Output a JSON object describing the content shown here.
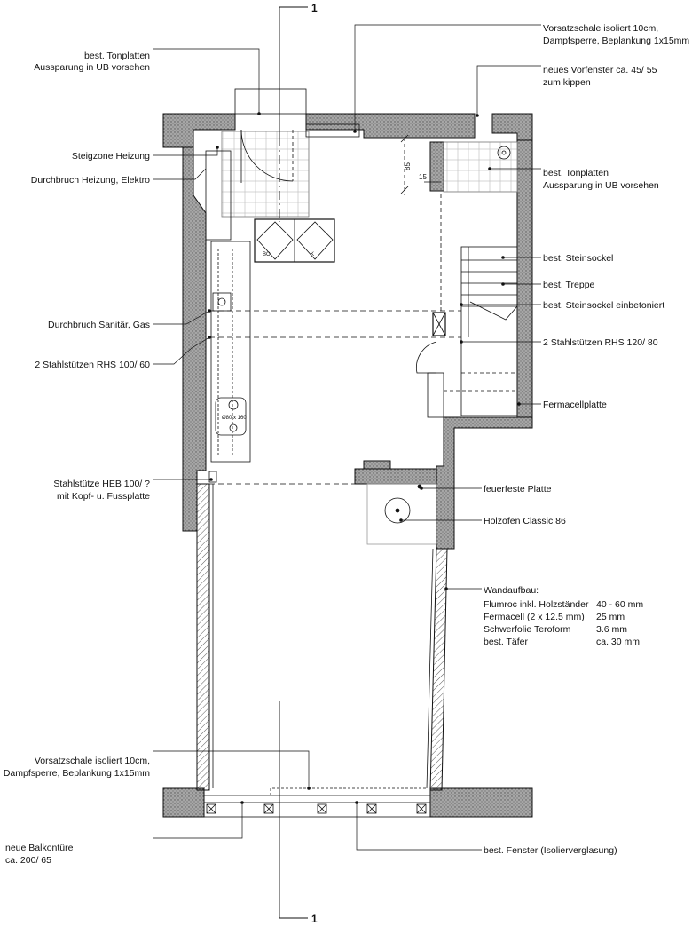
{
  "section": {
    "top": "1",
    "bottom": "1"
  },
  "labels": {
    "left": [
      [
        "best. Tonplatten",
        "Aussparung in UB vorsehen"
      ],
      [
        "Steigzone Heizung"
      ],
      [
        "Durchbruch Heizung, Elektro"
      ],
      [
        "Durchbruch Sanitär, Gas"
      ],
      [
        "2 Stahlstützen RHS 100/ 60"
      ],
      [
        "Stahlstütze HEB 100/ ?",
        "mit Kopf- u. Fussplatte"
      ],
      [
        "Vorsatzschale isoliert 10cm,",
        "Dampfsperre, Beplankung 1x15mm"
      ],
      [
        "neue Balkontüre",
        "ca. 200/ 65"
      ]
    ],
    "right": [
      [
        "Vorsatzschale isoliert 10cm,",
        "Dampfsperre, Beplankung 1x15mm"
      ],
      [
        "neues Vorfenster ca. 45/ 55",
        "zum kippen"
      ],
      [
        "best. Tonplatten",
        "Aussparung in UB vorsehen"
      ],
      [
        "best. Steinsockel"
      ],
      [
        "best. Treppe"
      ],
      [
        "best. Steinsockel einbetoniert"
      ],
      [
        "2 Stahlstützen RHS 120/ 80"
      ],
      [
        "Fermacellplatte"
      ],
      [
        "feuerfeste Platte"
      ],
      [
        "Holzofen Classic 86"
      ],
      [
        "best. Fenster (Isolierverglasung)"
      ]
    ]
  },
  "wall_buildup": {
    "title": "Wandaufbau:",
    "layers": [
      {
        "name": "Flumroc inkl. Holzständer",
        "value": "40 - 60 mm"
      },
      {
        "name": "Fermacell (2 x 12.5 mm)",
        "value": "25 mm"
      },
      {
        "name": "Schwerfolie Teroform",
        "value": "3.6 mm"
      },
      {
        "name": "best. Täfer",
        "value": "ca. 30 mm"
      }
    ]
  },
  "dimensions": {
    "d1": "85",
    "d2": "15"
  },
  "fixtures": {
    "oven_left": "BO",
    "oven_right": "K",
    "boiler": "Ø80 x 160"
  },
  "colors": {
    "wall": "#8a8a8a",
    "line": "#111111"
  }
}
